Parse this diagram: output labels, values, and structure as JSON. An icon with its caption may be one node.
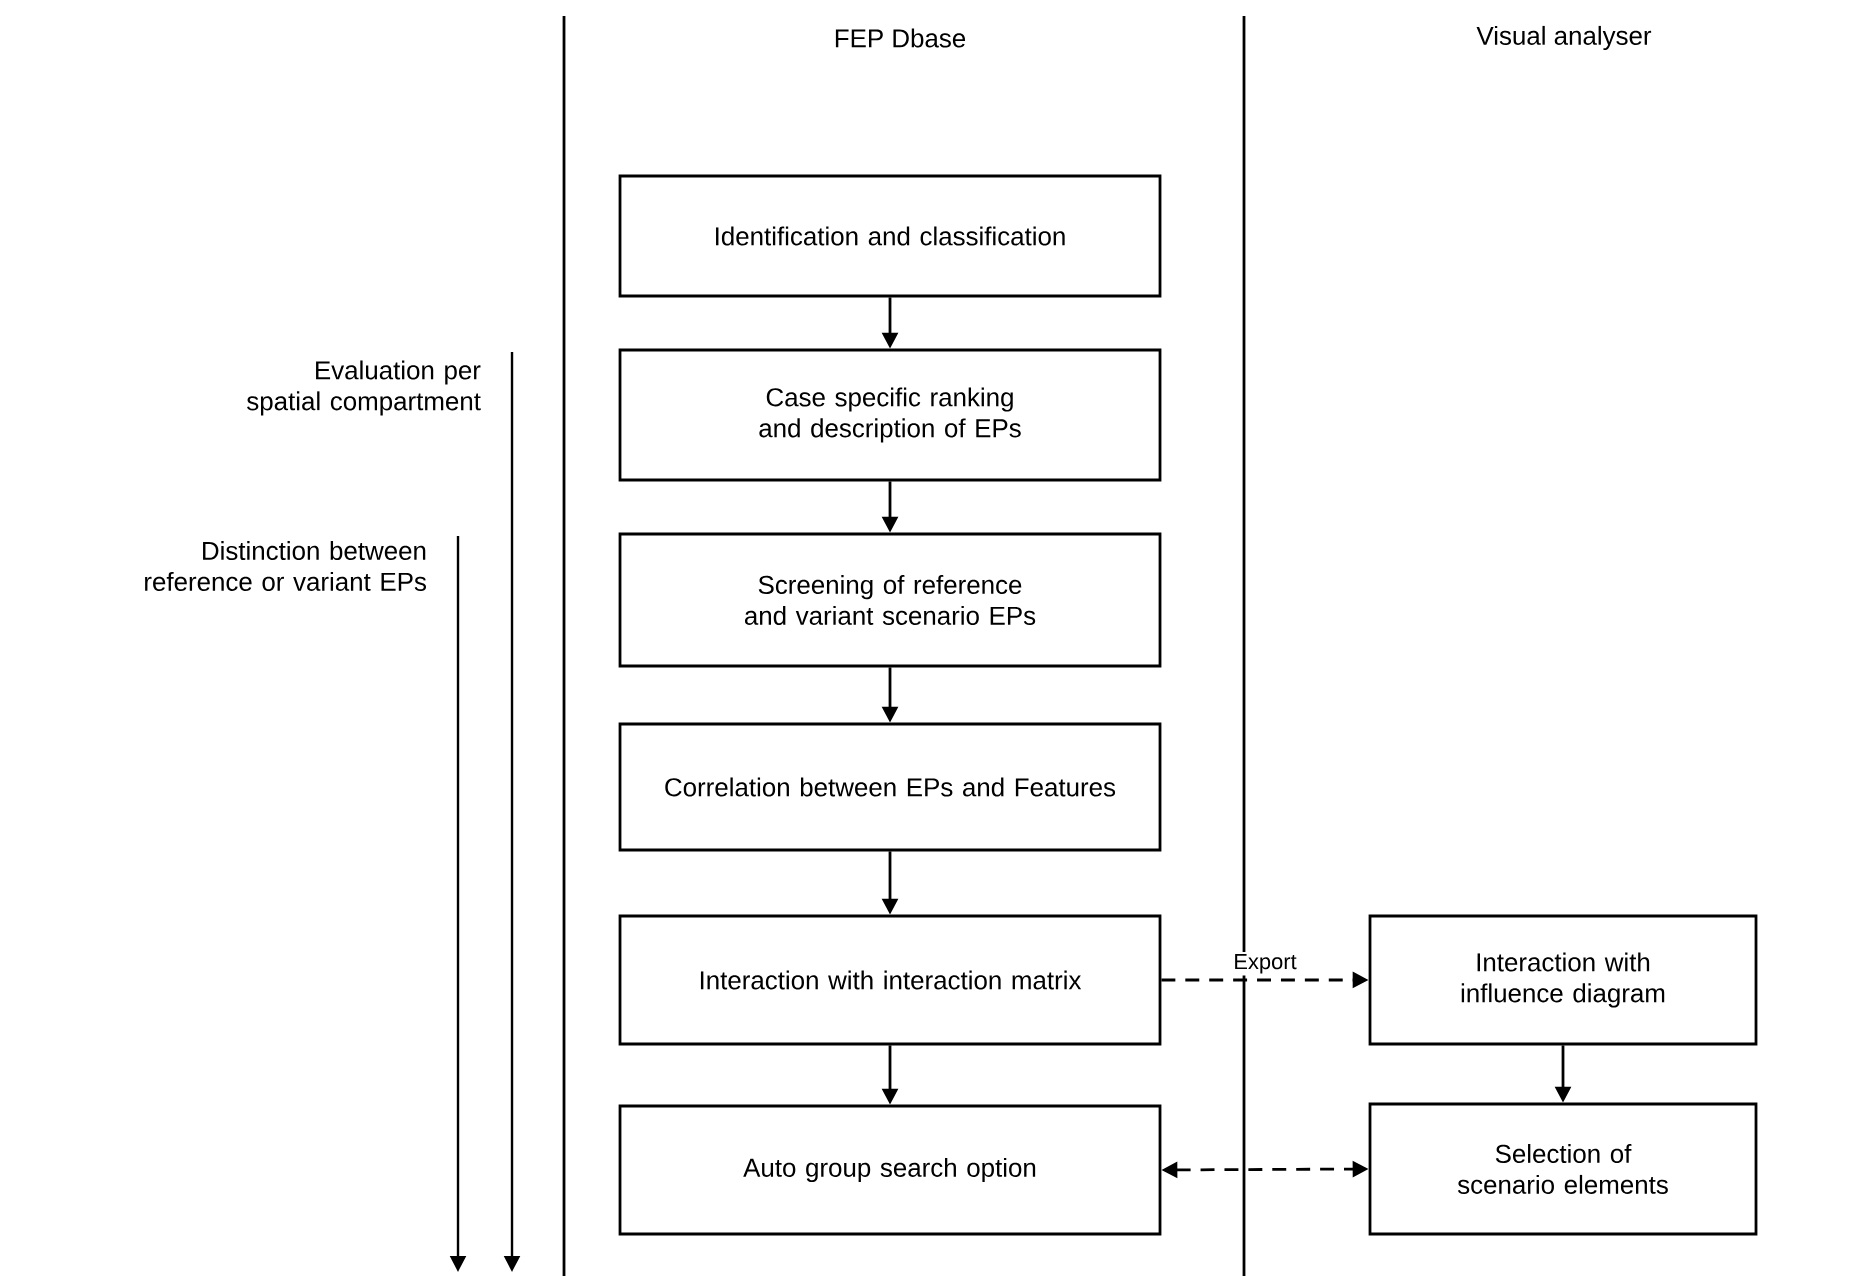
{
  "diagram": {
    "nodes": [
      {
        "text": [
          "Identification and classification"
        ]
      },
      {
        "text": [
          "Case specific ranking and description of EPs"
        ]
      },
      {
        "text": [
          "Screening of reference and variant scenario EPs"
        ]
      },
      {
        "text": [
          "Correlation between EPs and Features"
        ]
      },
      {
        "text": [
          "Interaction with interaction matrix"
        ]
      },
      {
        "text": [
          "Auto group search option"
        ]
      },
      {
        "text": [
          "Interaction with influence diagram"
        ]
      },
      {
        "text": [
          "Selection of scenario elements"
        ]
      }
    ],
    "edges": [
      {
        "from": 0,
        "to": 1,
        "arrow": "to"
      },
      {
        "from": 1,
        "to": 2,
        "arrow": "to"
      },
      {
        "from": 2,
        "to": 3,
        "arrow": "to"
      },
      {
        "from": 3,
        "to": 4,
        "arrow": "to"
      },
      {
        "from": 4,
        "to": 5,
        "arrow": "to"
      },
      {
        "from": 4,
        "to": 6,
        "arrow": "to",
        "style": "dashed",
        "label": "Export"
      },
      {
        "from": 6,
        "to": 7,
        "arrow": "to"
      },
      {
        "from": 5,
        "to": 7,
        "arrow": "both",
        "style": "dashed"
      }
    ],
    "labels": [
      "FEP Dbase",
      "Visual analyser",
      "Evaluation per spatial compartment",
      "Distinction between reference or variant EPs"
    ]
  }
}
